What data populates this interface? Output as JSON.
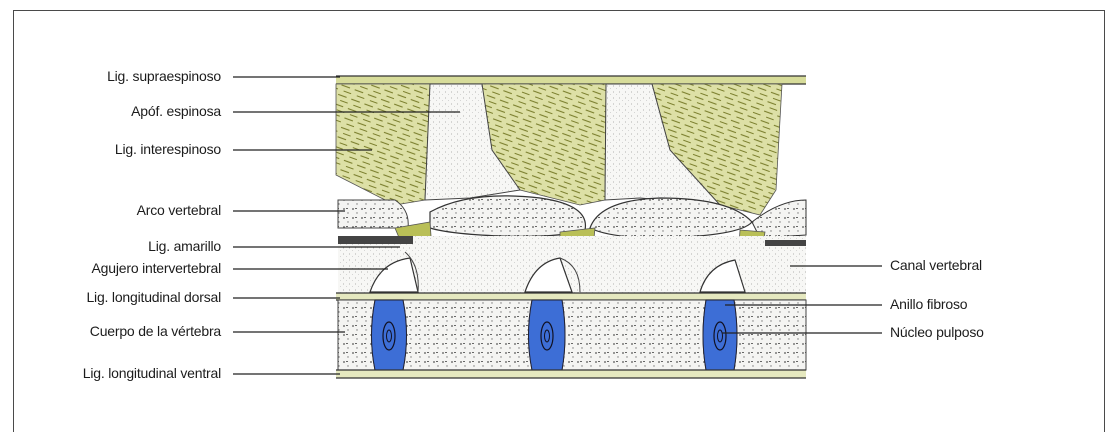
{
  "labels_left": [
    {
      "id": "lig-supraespinoso",
      "text": "Lig. supraespinoso"
    },
    {
      "id": "apof-espinosa",
      "text": "Apóf. espinosa"
    },
    {
      "id": "lig-interespinoso",
      "text": "Lig. interespinoso"
    },
    {
      "id": "arco-vertebral",
      "text": "Arco vertebral"
    },
    {
      "id": "lig-amarillo",
      "text": "Lig. amarillo"
    },
    {
      "id": "agujero-intervertebral",
      "text": "Agujero intervertebral"
    },
    {
      "id": "lig-longitudinal-dorsal",
      "text": "Lig. longitudinal dorsal"
    },
    {
      "id": "cuerpo-vertebra",
      "text": "Cuerpo de la vértebra"
    },
    {
      "id": "lig-longitudinal-ventral",
      "text": "Lig. longitudinal ventral"
    }
  ],
  "labels_right": [
    {
      "id": "canal-vertebral",
      "text": "Canal vertebral"
    },
    {
      "id": "anillo-fibroso",
      "text": "Anillo fibroso"
    },
    {
      "id": "nucleo-pulposo",
      "text": "Núcleo pulposo"
    }
  ],
  "colors": {
    "ligament": "#d7dc9a",
    "ligament_dark": "#b9bf57",
    "disc": "#3d6ed6",
    "bone": "#f3f3f1",
    "line": "#222222"
  }
}
